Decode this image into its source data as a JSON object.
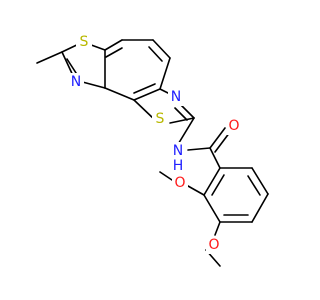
{
  "molecule": {
    "atoms": {
      "S_thiazole_a": {
        "symbol": "S",
        "color": "#b8b800"
      },
      "N_thiazole_a": {
        "symbol": "N",
        "color": "#2020ff"
      },
      "S_thiazole_b": {
        "symbol": "S",
        "color": "#b8b800"
      },
      "N_thiazole_b": {
        "symbol": "N",
        "color": "#2020ff"
      },
      "N_amide": {
        "symbol": "N",
        "color": "#2020ff"
      },
      "H_amide": {
        "symbol": "H",
        "color": "#2020ff"
      },
      "O_carbonyl": {
        "symbol": "O",
        "color": "#ff1a1a"
      },
      "O_methoxy_1": {
        "symbol": "O",
        "color": "#ff1a1a"
      },
      "O_methoxy_2": {
        "symbol": "O",
        "color": "#ff1a1a"
      }
    },
    "bond_color": "#000000"
  }
}
